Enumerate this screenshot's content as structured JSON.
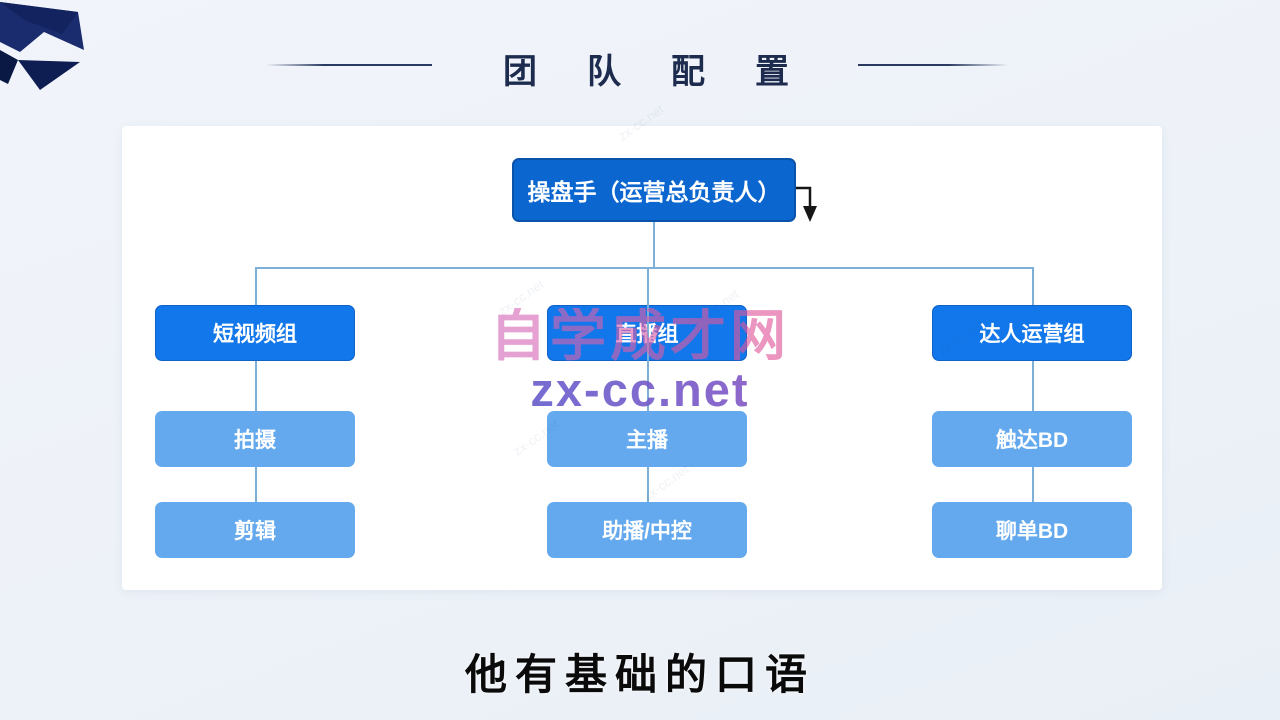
{
  "slide": {
    "title": "团队配置",
    "subtitle": "他有基础的口语"
  },
  "watermark": {
    "brand": "自学成才网",
    "site": "zx-cc.net"
  },
  "org_chart": {
    "root": "操盘手（运营总负责人）",
    "groups": [
      {
        "label": "短视频组",
        "children": [
          "拍摄",
          "剪辑"
        ]
      },
      {
        "label": "直播组",
        "children": [
          "主播",
          "助播/中控"
        ]
      },
      {
        "label": "达人运营组",
        "children": [
          "触达BD",
          "聊单BD"
        ]
      }
    ]
  },
  "colors": {
    "root_box": "#0b66d0",
    "group_box": "#1277ea",
    "child_box": "#64a9ee",
    "connector": "#7cb0d8",
    "title_text": "#1d2b4e",
    "ribbon_navy": "#14265c",
    "watermark_pink": "#e0559a",
    "watermark_blue": "#2f6fd8"
  }
}
